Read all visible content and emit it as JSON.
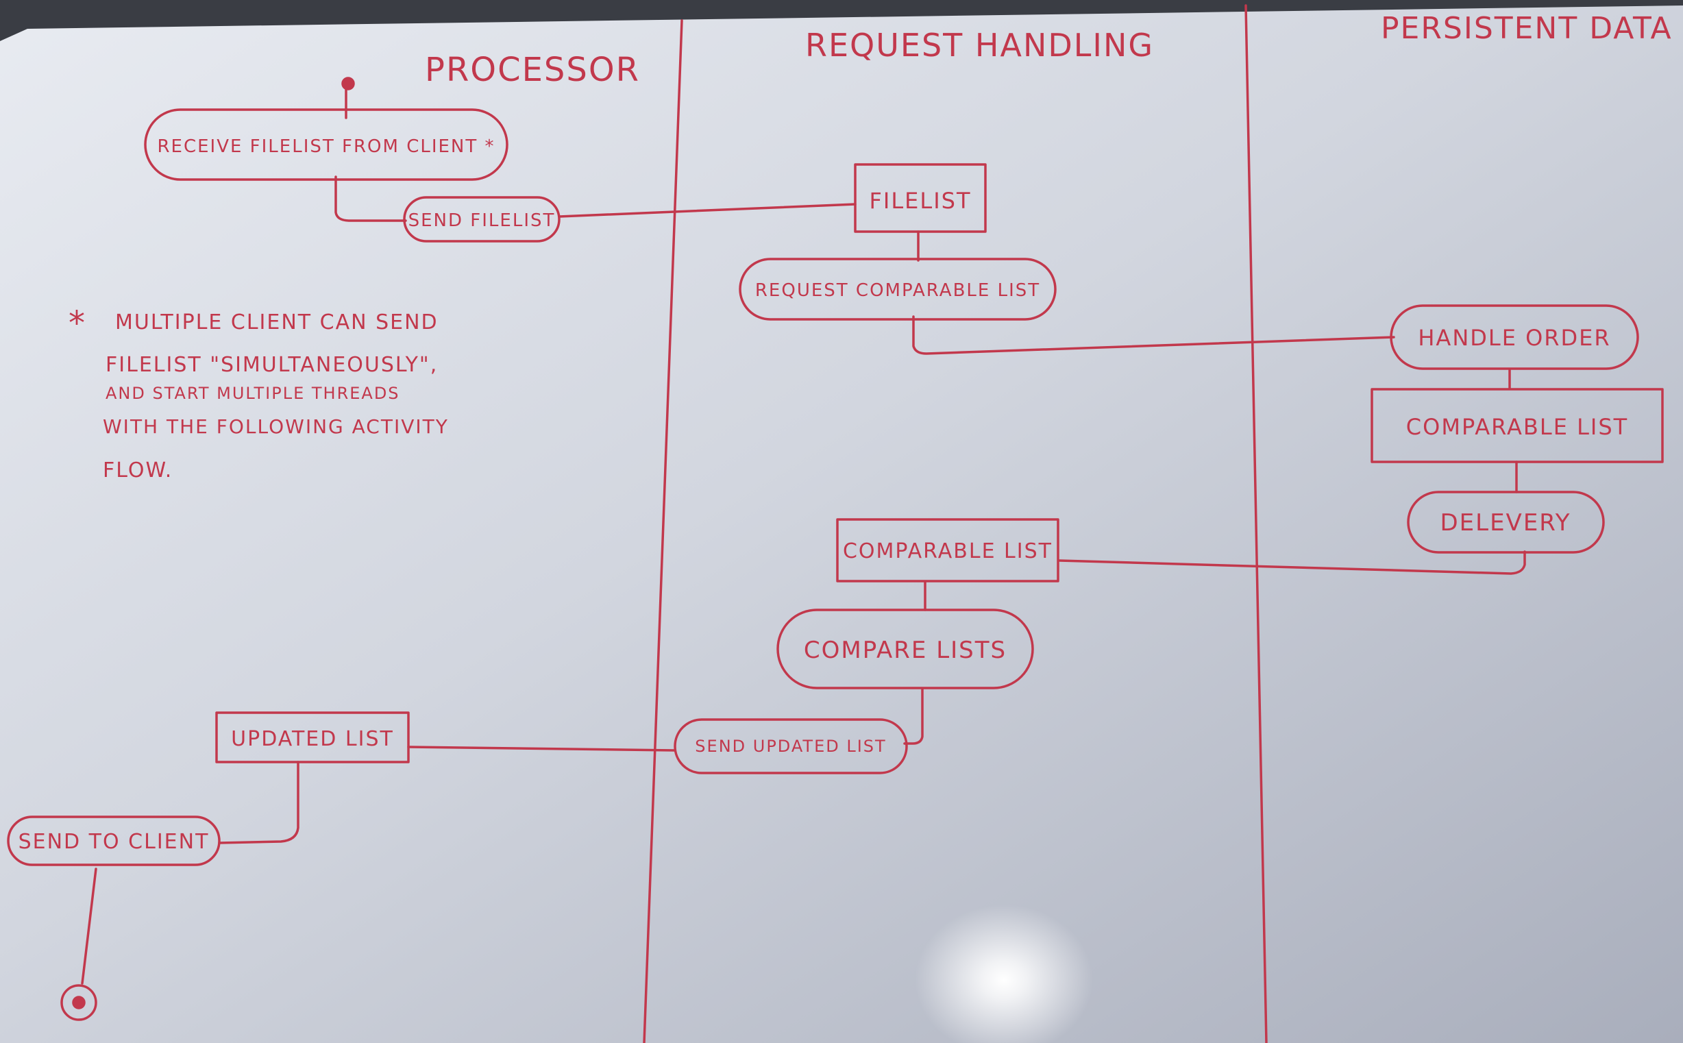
{
  "colors": {
    "ink": "#c2384c",
    "board_light": "#e9ecf2",
    "board_mid": "#c9cdd8",
    "board_dark": "#9ea4b4",
    "frame": "#3a3d44"
  },
  "lanes": {
    "processor": "PROCESSOR",
    "request_handling": "REQUEST HANDLING",
    "persistent_data": "PERSISTENT DATA"
  },
  "nodes": {
    "receive_filelist": "RECEIVE FILELIST FROM CLIENT *",
    "send_filelist": "SEND FILELIST",
    "filelist_object": "FILELIST",
    "request_comparable": "REQUEST COMPARABLE LIST",
    "handle_order": "HANDLE ORDER",
    "comparable_list_pd": "COMPARABLE LIST",
    "delivery": "DELEVERY",
    "comparable_list_rh": "COMPARABLE LIST",
    "compare_lists": "COMPARE LISTS",
    "send_updated_list": "SEND UPDATED LIST",
    "updated_list": "UPDATED LIST",
    "send_to_client": "SEND TO CLIENT"
  },
  "note": {
    "asterisk": "*",
    "lines": [
      "MULTIPLE CLIENT CAN SEND",
      "FILELIST \"SIMULTANEOUSLY\",",
      "AND START MULTIPLE THREADS",
      "WITH THE FOLLOWING ACTIVITY",
      "FLOW."
    ]
  }
}
